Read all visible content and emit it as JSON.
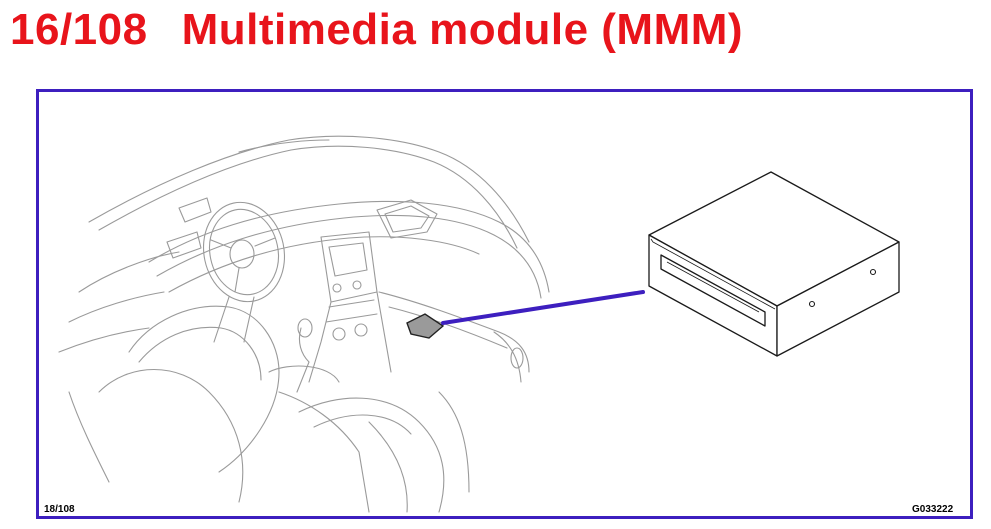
{
  "header": {
    "page_number": "16/108",
    "title": "Multimedia module (MMM)",
    "color": "#e8141b"
  },
  "figure": {
    "page_ref": "18/108",
    "image_code": "G033222",
    "frame_color": "#3d1fbf",
    "callout_color": "#3d1fbf",
    "module_marker_color": "#9a9a9a"
  }
}
